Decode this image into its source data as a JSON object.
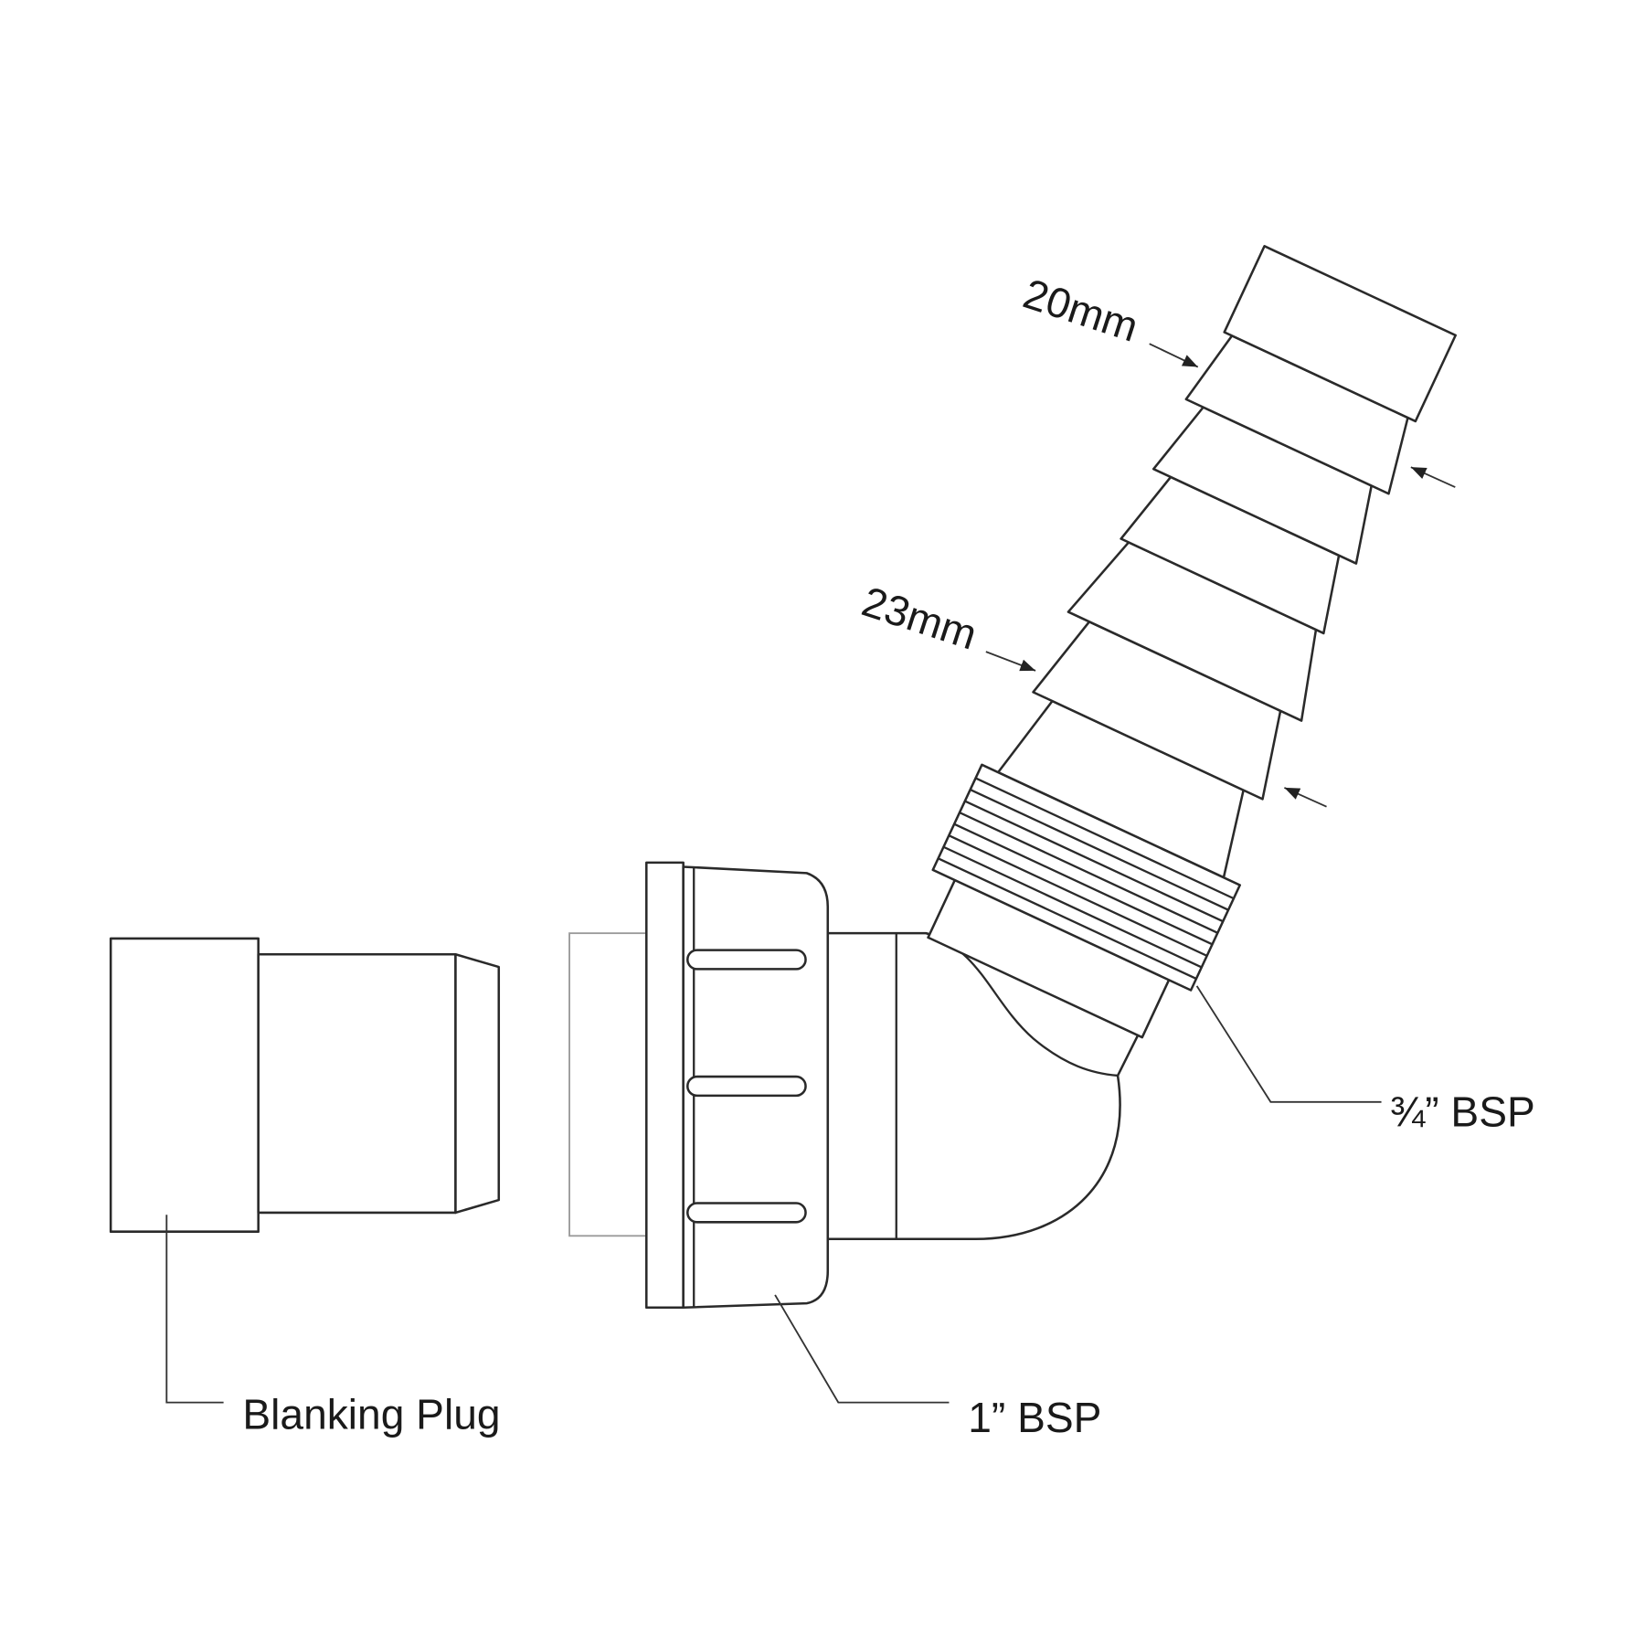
{
  "labels": {
    "blanking_plug": "Blanking Plug",
    "one_inch_bsp": "1” BSP",
    "three_quarter_bsp": "¾” BSP"
  },
  "dimensions": {
    "small_barb": "20mm",
    "large_barb": "23mm"
  }
}
